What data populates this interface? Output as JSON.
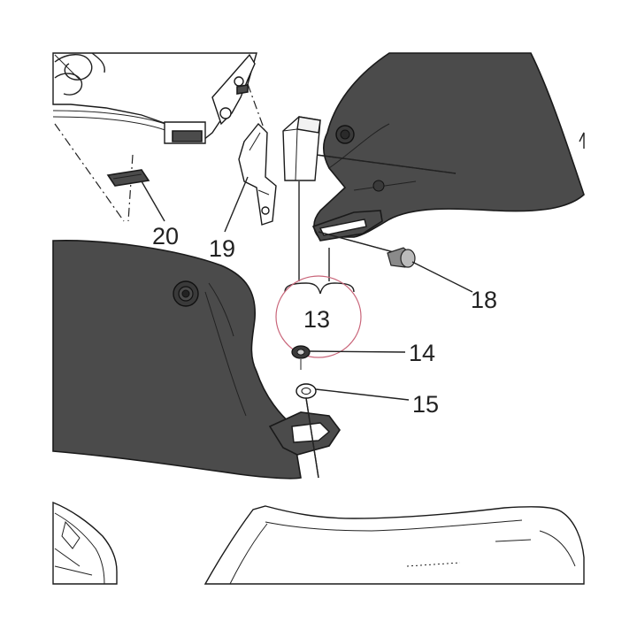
{
  "diagram": {
    "callouts": {
      "c13": "13",
      "c14": "14",
      "c15": "15",
      "c18": "18",
      "c19": "19",
      "c20": "20"
    },
    "colors": {
      "panel": "#4b4b4b",
      "line": "#1a1a1a",
      "highlight_circle": "#c9667a"
    }
  }
}
